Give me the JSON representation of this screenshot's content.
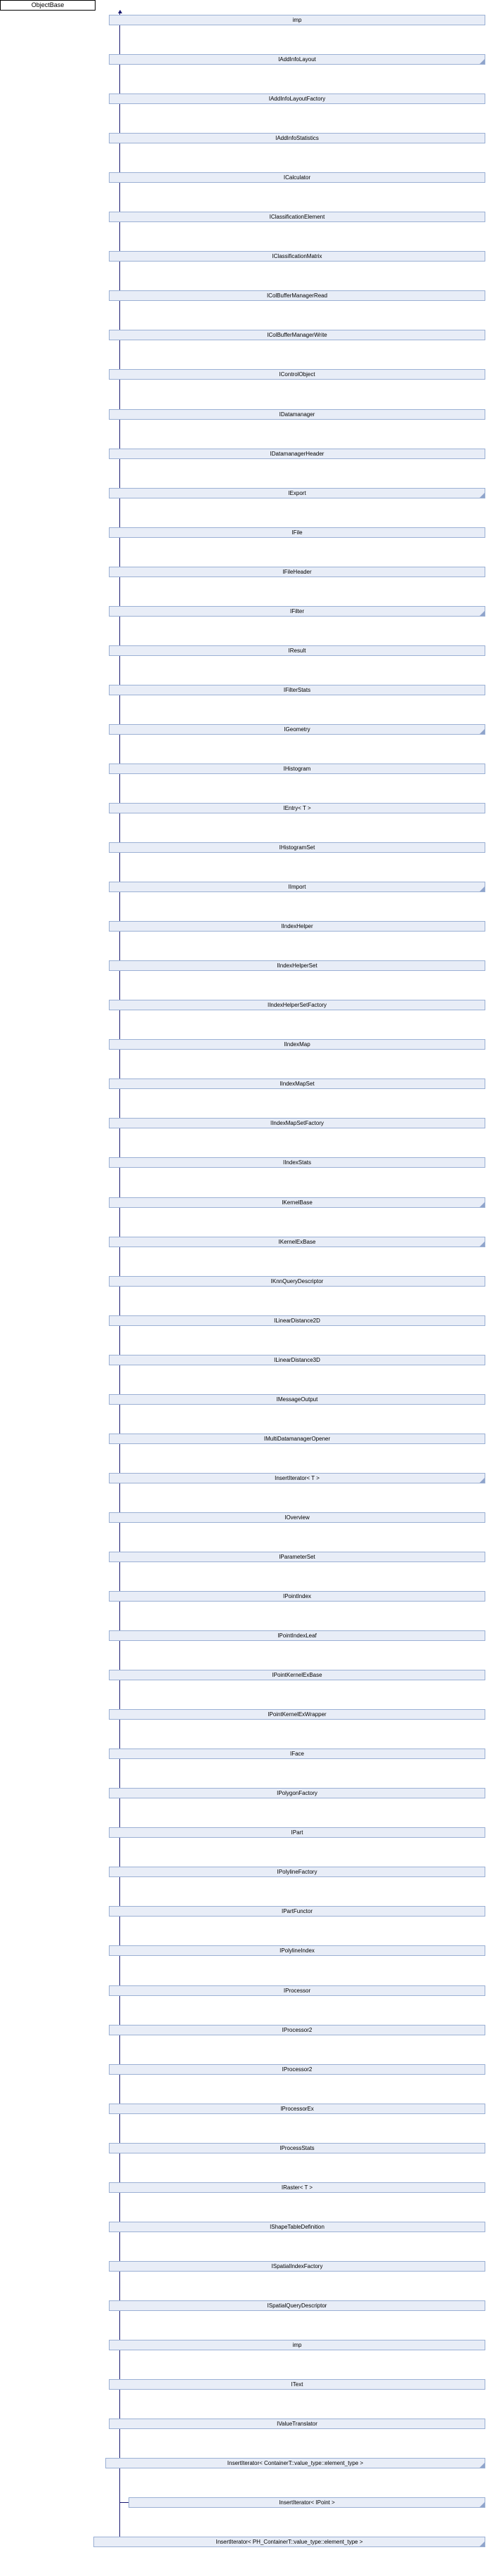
{
  "diagram": {
    "kind": "inheritance-graph",
    "title": "ObjectBase",
    "root": {
      "label": "ObjectBase"
    },
    "colors": {
      "node_fill": "#e8edf7",
      "node_border": "#9bb0d4",
      "edge": "#191970",
      "root_border": "#000000",
      "root_fill": "#ffffff",
      "text": "#000000"
    },
    "nodes": [
      {
        "label": "imp",
        "fold": false
      },
      {
        "label": "IAddInfoLayout",
        "fold": true
      },
      {
        "label": "IAddInfoLayoutFactory",
        "fold": false
      },
      {
        "label": "IAddInfoStatistics",
        "fold": false
      },
      {
        "label": "ICalculator",
        "fold": false
      },
      {
        "label": "IClassificationElement",
        "fold": false
      },
      {
        "label": "IClassificationMatrix",
        "fold": false
      },
      {
        "label": "IColBufferManagerRead",
        "fold": false
      },
      {
        "label": "IColBufferManagerWrite",
        "fold": false
      },
      {
        "label": "IControlObject",
        "fold": false
      },
      {
        "label": "IDatamanager",
        "fold": false
      },
      {
        "label": "IDatamanagerHeader",
        "fold": false
      },
      {
        "label": "IExport",
        "fold": true
      },
      {
        "label": "IFile",
        "fold": false
      },
      {
        "label": "IFileHeader",
        "fold": false
      },
      {
        "label": "IFilter",
        "fold": true
      },
      {
        "label": "IResult",
        "fold": false
      },
      {
        "label": "IFilterStats",
        "fold": false
      },
      {
        "label": "IGeometry",
        "fold": true
      },
      {
        "label": "IHistogram",
        "fold": false
      },
      {
        "label": "IEntry< T >",
        "fold": false
      },
      {
        "label": "IHistogramSet",
        "fold": false
      },
      {
        "label": "IImport",
        "fold": true
      },
      {
        "label": "IIndexHelper",
        "fold": false
      },
      {
        "label": "IIndexHelperSet",
        "fold": false
      },
      {
        "label": "IIndexHelperSetFactory",
        "fold": false
      },
      {
        "label": "IIndexMap",
        "fold": false
      },
      {
        "label": "IIndexMapSet",
        "fold": false
      },
      {
        "label": "IIndexMapSetFactory",
        "fold": false
      },
      {
        "label": "IIndexStats",
        "fold": false
      },
      {
        "label": "IKernelBase",
        "fold": true
      },
      {
        "label": "IKernelExBase",
        "fold": true
      },
      {
        "label": "IKnnQueryDescriptor",
        "fold": false
      },
      {
        "label": "ILinearDistance2D",
        "fold": false
      },
      {
        "label": "ILinearDistance3D",
        "fold": false
      },
      {
        "label": "IMessageOutput",
        "fold": false
      },
      {
        "label": "IMultiDatamanagerOpener",
        "fold": false
      },
      {
        "label": "InsertIterator< T >",
        "fold": true
      },
      {
        "label": "IOverview",
        "fold": false
      },
      {
        "label": "IParameterSet",
        "fold": false
      },
      {
        "label": "IPointIndex",
        "fold": false
      },
      {
        "label": "IPointIndexLeaf",
        "fold": false
      },
      {
        "label": "IPointKernelExBase",
        "fold": false
      },
      {
        "label": "IPointKernelExWrapper",
        "fold": false
      },
      {
        "label": "IFace",
        "fold": false
      },
      {
        "label": "IPolygonFactory",
        "fold": false
      },
      {
        "label": "IPart",
        "fold": false
      },
      {
        "label": "IPolylineFactory",
        "fold": false
      },
      {
        "label": "IPartFunctor",
        "fold": false
      },
      {
        "label": "IPolylineIndex",
        "fold": false
      },
      {
        "label": "IProcessor",
        "fold": false
      },
      {
        "label": "IProcessor2",
        "fold": false
      },
      {
        "label": "IProcessor2",
        "fold": false
      },
      {
        "label": "IProcessorEx",
        "fold": false
      },
      {
        "label": "IProcessStats",
        "fold": false
      },
      {
        "label": "IRaster< T >",
        "fold": false
      },
      {
        "label": "IShapeTableDefinition",
        "fold": false
      },
      {
        "label": "ISpatialIndexFactory",
        "fold": false
      },
      {
        "label": "ISpatialQueryDescriptor",
        "fold": false
      },
      {
        "label": "imp",
        "fold": false
      },
      {
        "label": "IText",
        "fold": false
      },
      {
        "label": "IValueTranslator",
        "fold": false
      },
      {
        "label": "InsertIterator< ContainerT::value_type::element_type >",
        "fold": true
      },
      {
        "label": "InsertIterator< IPoint >",
        "fold": true
      },
      {
        "label": "InsertIterator< PH_ContainerT::value_type::element_type >",
        "fold": true
      }
    ]
  }
}
